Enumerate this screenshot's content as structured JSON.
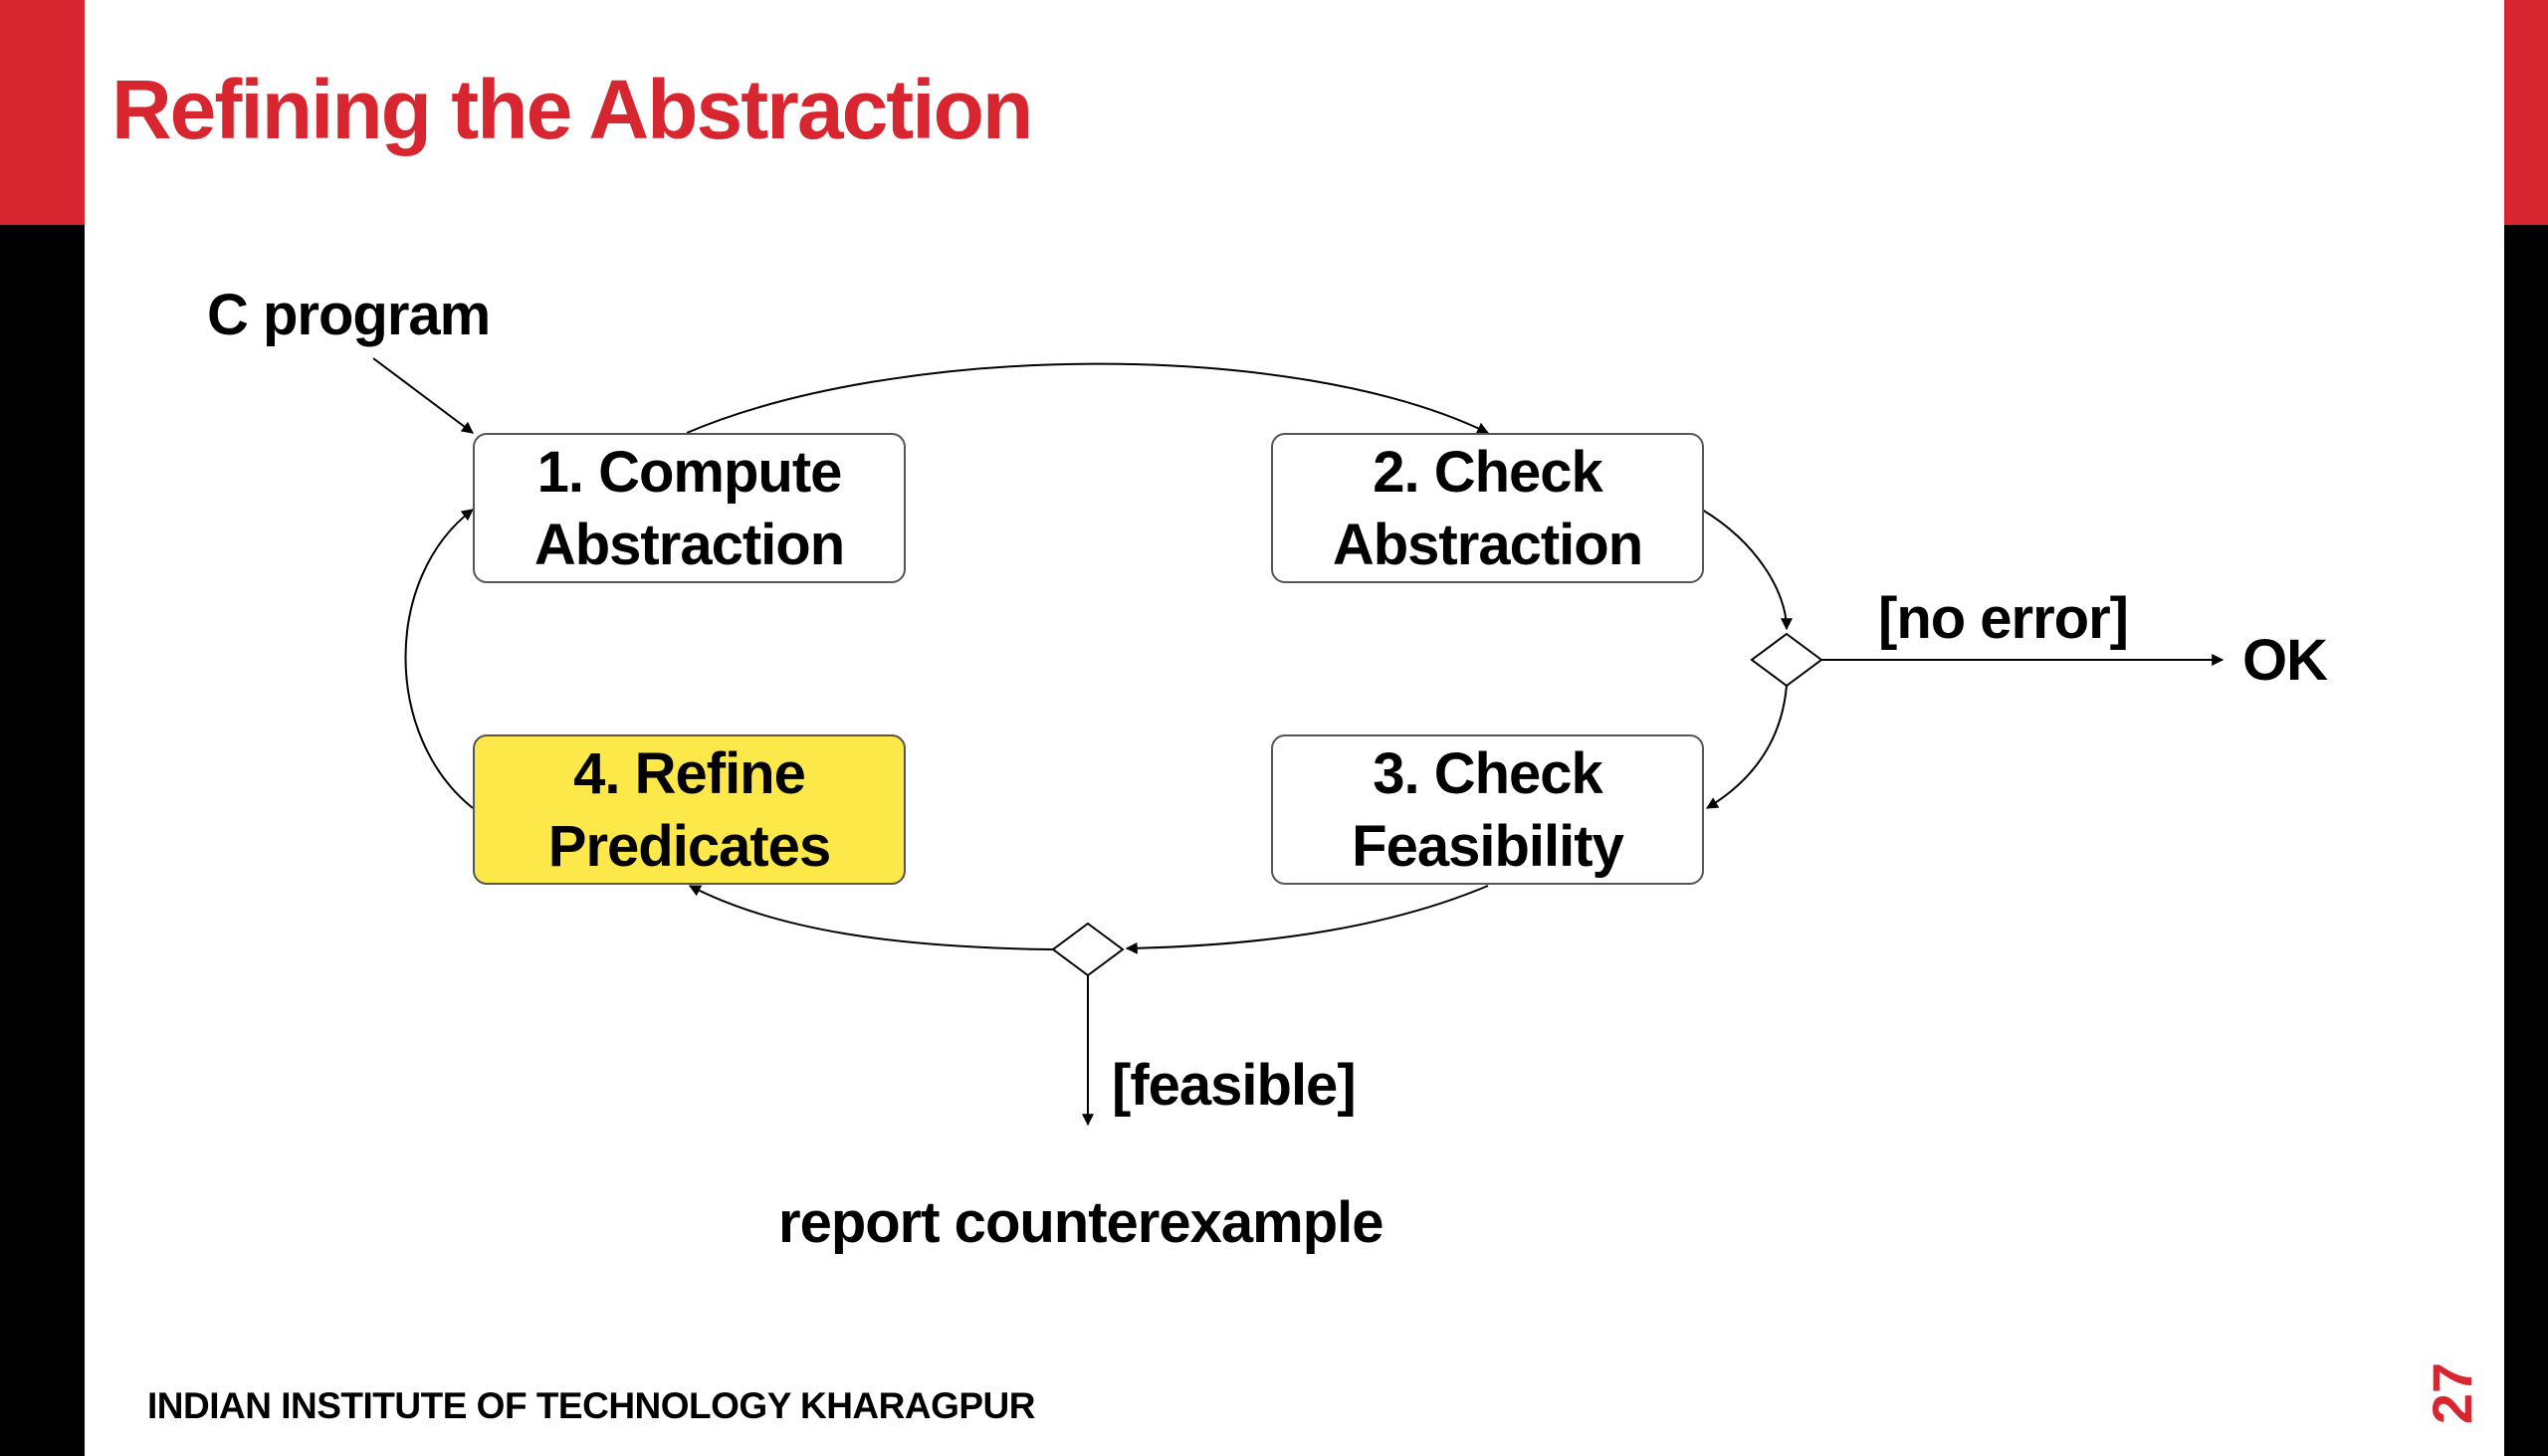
{
  "slide": {
    "title": "Refining the Abstraction",
    "footer": "INDIAN INSTITUTE OF TECHNOLOGY KHARAGPUR",
    "page_number": "27"
  },
  "diagram": {
    "input_label": "C program",
    "boxes": [
      {
        "line1": "1. Compute",
        "line2": "Abstraction"
      },
      {
        "line1": "2. Check",
        "line2": "Abstraction"
      },
      {
        "line1": "3. Check",
        "line2": "Feasibility"
      },
      {
        "line1": "4. Refine",
        "line2": "Predicates"
      }
    ],
    "no_error_label": "[no error]",
    "ok_label": "OK",
    "feasible_label": "[feasible]",
    "counterexample_label": "report counterexample",
    "highlight_color": "#fde84a",
    "accent_color": "#d7262f"
  }
}
